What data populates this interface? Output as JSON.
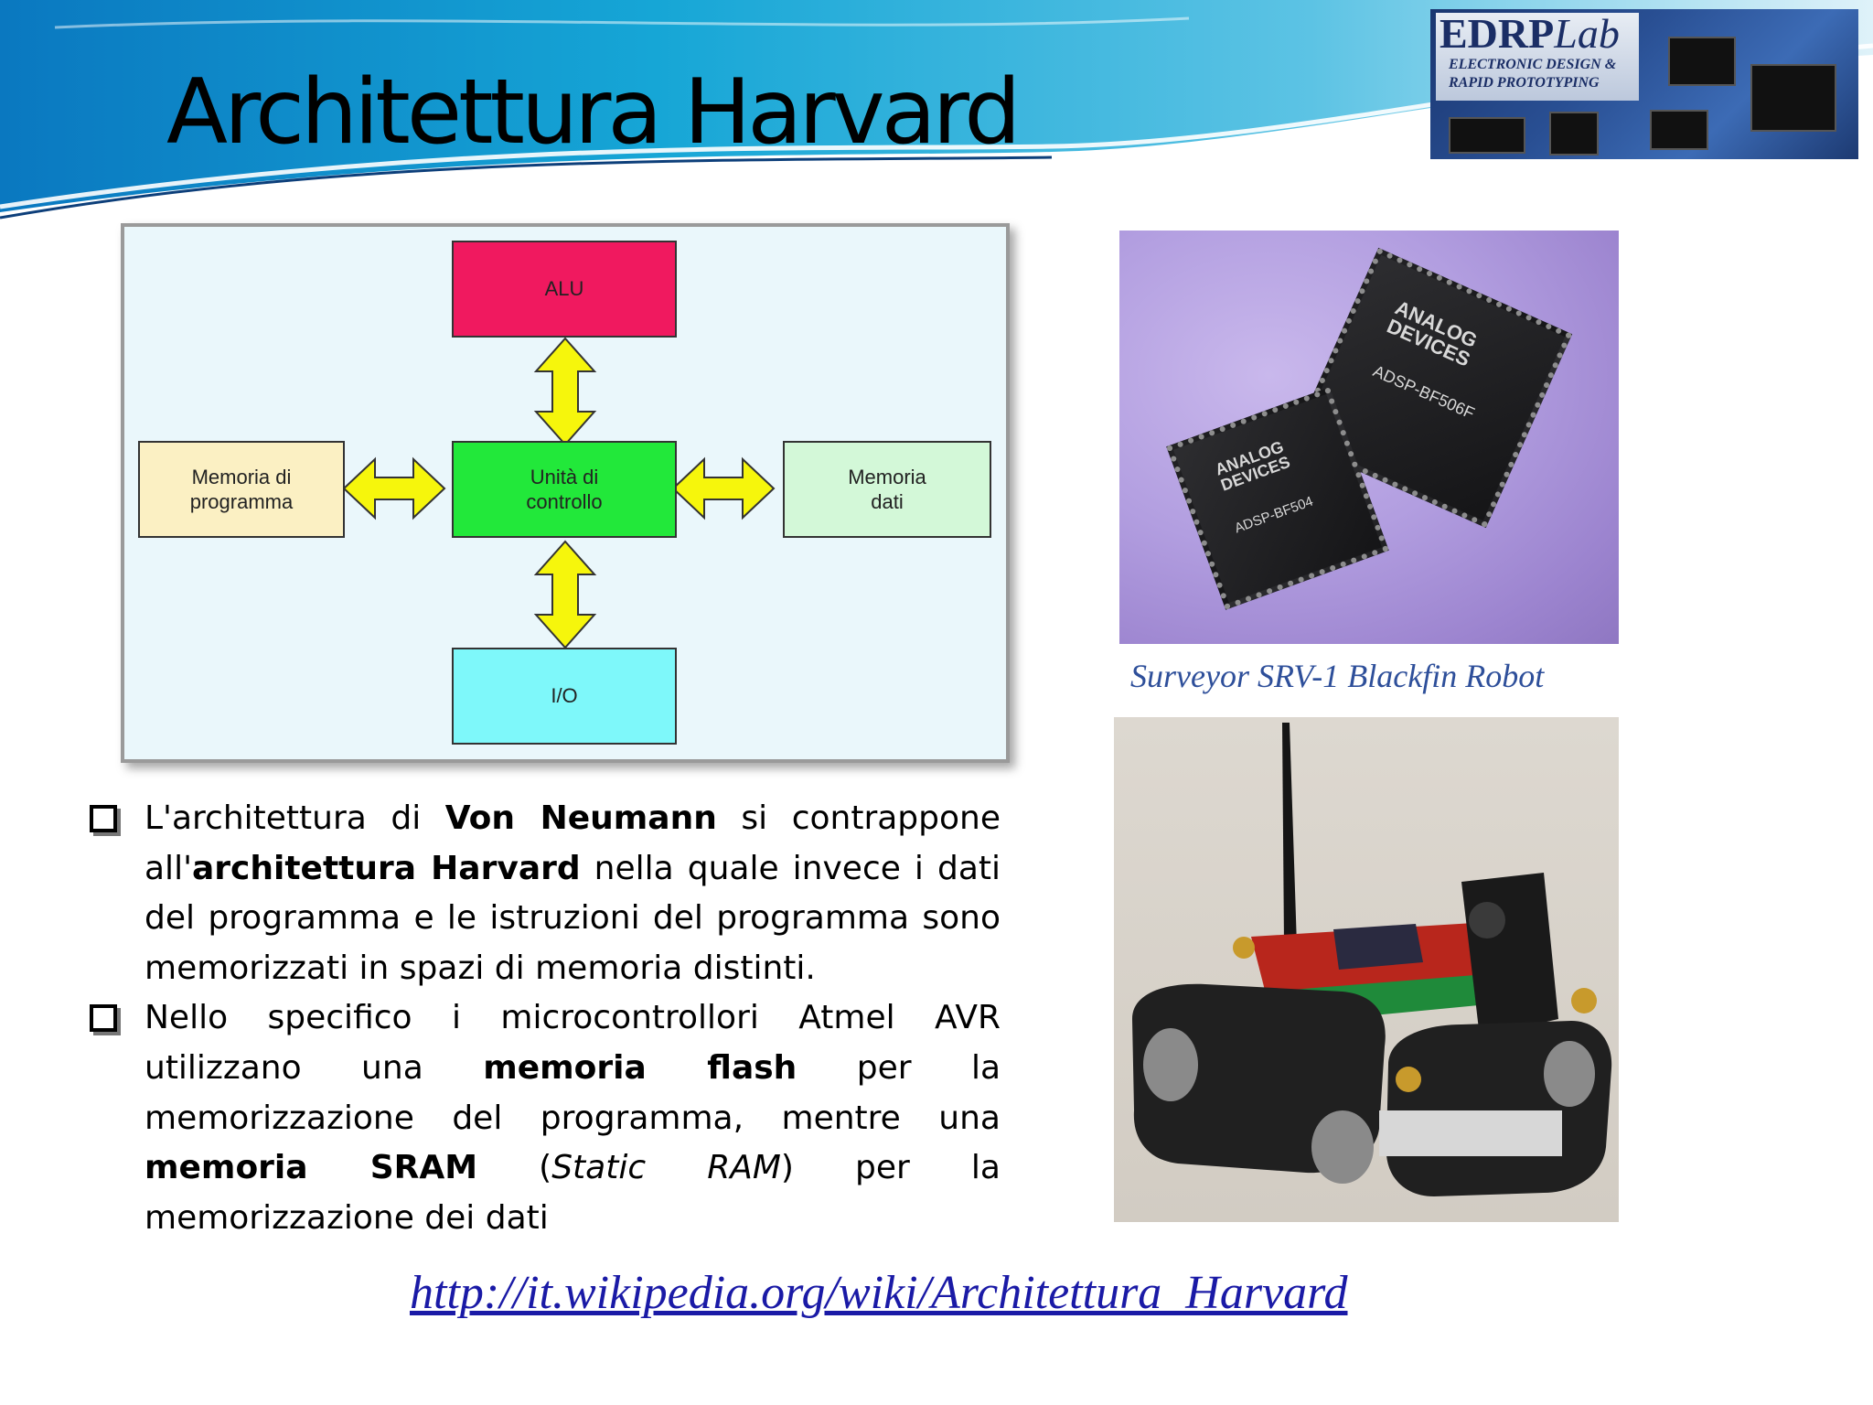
{
  "slide": {
    "title": "Architettura Harvard"
  },
  "logo": {
    "brand_main": "EDRP",
    "brand_italic": "Lab",
    "line1": "ELECTRONIC DESIGN &",
    "line2": "RAPID PROTOTYPING"
  },
  "diagram": {
    "alu": "ALU",
    "control": "Unità di\ncontrollo",
    "program_memory": "Memoria di\nprogramma",
    "data_memory": "Memoria\ndati",
    "io": "I/O",
    "colors": {
      "alu": "#f0195f",
      "control": "#22e83a",
      "program_memory": "#fbf0c3",
      "data_memory": "#d3f8d8",
      "io": "#7ef8fa",
      "arrow": "#f6f60c"
    }
  },
  "photo_chips": {
    "chip_large_brand": "ANALOG\nDEVICES",
    "chip_large_model": "ADSP-BF506F",
    "chip_small_brand": "ANALOG\nDEVICES",
    "chip_small_model": "ADSP-BF504"
  },
  "caption": "Surveyor SRV-1 Blackfin Robot",
  "bullets": [
    {
      "parts": [
        {
          "text": "L'architettura di ",
          "bold": false
        },
        {
          "text": "Von Neumann",
          "bold": true
        },
        {
          "text": " si contrappone all'",
          "bold": false
        },
        {
          "text": "architettura Harvard",
          "bold": true
        },
        {
          "text": " nella quale invece i dati del programma e le istruzioni del programma sono memorizzati in spazi di memoria distinti.",
          "bold": false
        }
      ]
    },
    {
      "parts": [
        {
          "text": "Nello specifico i microcontrollori Atmel AVR utilizzano una ",
          "bold": false
        },
        {
          "text": "memoria flash",
          "bold": true
        },
        {
          "text": " per la memorizzazione del programma, mentre una ",
          "bold": false
        },
        {
          "text": "memoria SRAM",
          "bold": true
        },
        {
          "text": " (",
          "bold": false
        },
        {
          "text": "Static RAM",
          "italic": true
        },
        {
          "text": ") per la memorizzazione dei dati",
          "bold": false
        }
      ]
    }
  ],
  "link": {
    "text": "http://it.wikipedia.org/wiki/Architettura_Harvard"
  }
}
